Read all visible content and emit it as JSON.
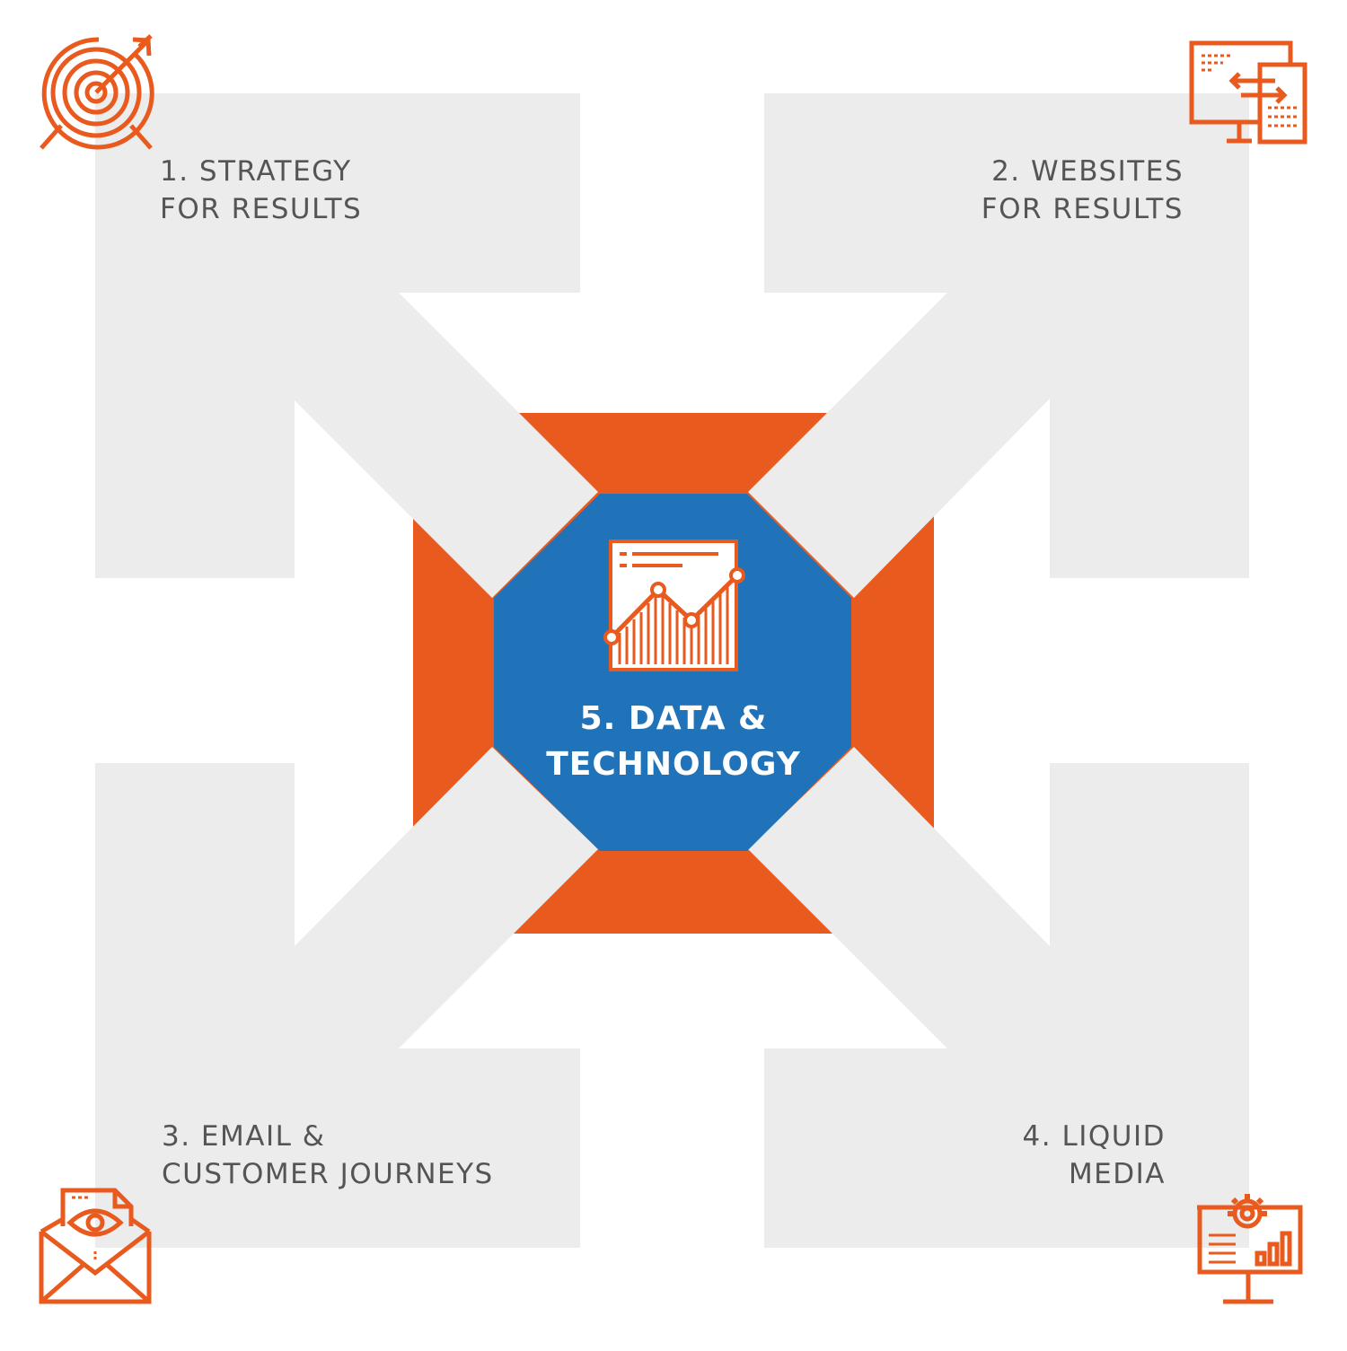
{
  "colors": {
    "panel_gray": "#ececec",
    "accent_orange": "#e85a1e",
    "center_blue": "#2073b8",
    "text_gray": "#555555",
    "text_white": "#ffffff"
  },
  "center": {
    "line1": "5. DATA &",
    "line2": "TECHNOLOGY",
    "icon": "analytics-chart-icon"
  },
  "corners": {
    "top_left": {
      "line1": "1. STRATEGY",
      "line2": "FOR RESULTS",
      "icon": "target-arrow-icon"
    },
    "top_right": {
      "line1": "2. WEBSITES",
      "line2": "FOR RESULTS",
      "icon": "responsive-devices-icon"
    },
    "bottom_left": {
      "line1": "3. EMAIL &",
      "line2": "CUSTOMER JOURNEYS",
      "icon": "email-eye-icon"
    },
    "bottom_right": {
      "line1": "4. LIQUID",
      "line2": "MEDIA",
      "icon": "media-monitor-gear-icon"
    }
  }
}
